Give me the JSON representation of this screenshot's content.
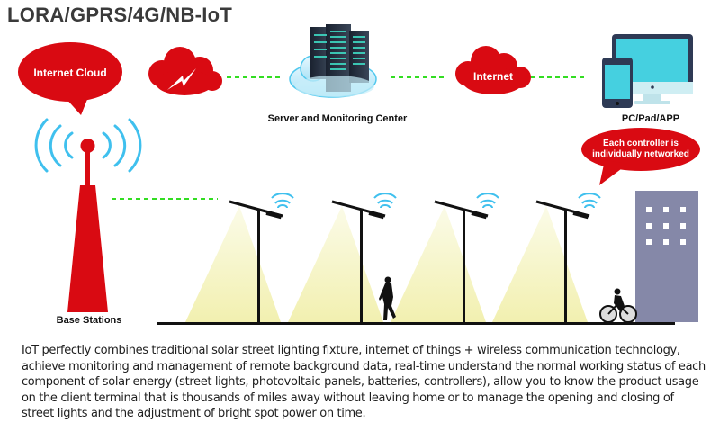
{
  "title": "LORA/GPRS/4G/NB-IoT",
  "nodes": {
    "internet_cloud_bubble": "Internet Cloud",
    "server_label": "Server and Monitoring Center",
    "internet_cloud": "Internet",
    "devices_label": "PC/Pad/APP",
    "controller_bubble_line1": "Each controller is",
    "controller_bubble_line2": "individually networked",
    "base_station_label": "Base Stations"
  },
  "street_lights_count": 4,
  "colors": {
    "brand_red": "#d90a12",
    "link_green": "#33dd22",
    "signal_blue": "#3fc0ee",
    "light_beam": "#f4f2b8",
    "building": "#8588a8"
  },
  "description": "IoT perfectly combines traditional solar street lighting fixture, internet of things + wireless communication technology, achieve monitoring and management of remote background data, real-time understand the normal working status of each component of solar energy (street lights, photovoltaic panels, batteries, controllers), allow you to know the product usage on the client terminal that is thousands of miles away without leaving home or to manage the opening and closing of street lights and the adjustment of bright spot power on time."
}
